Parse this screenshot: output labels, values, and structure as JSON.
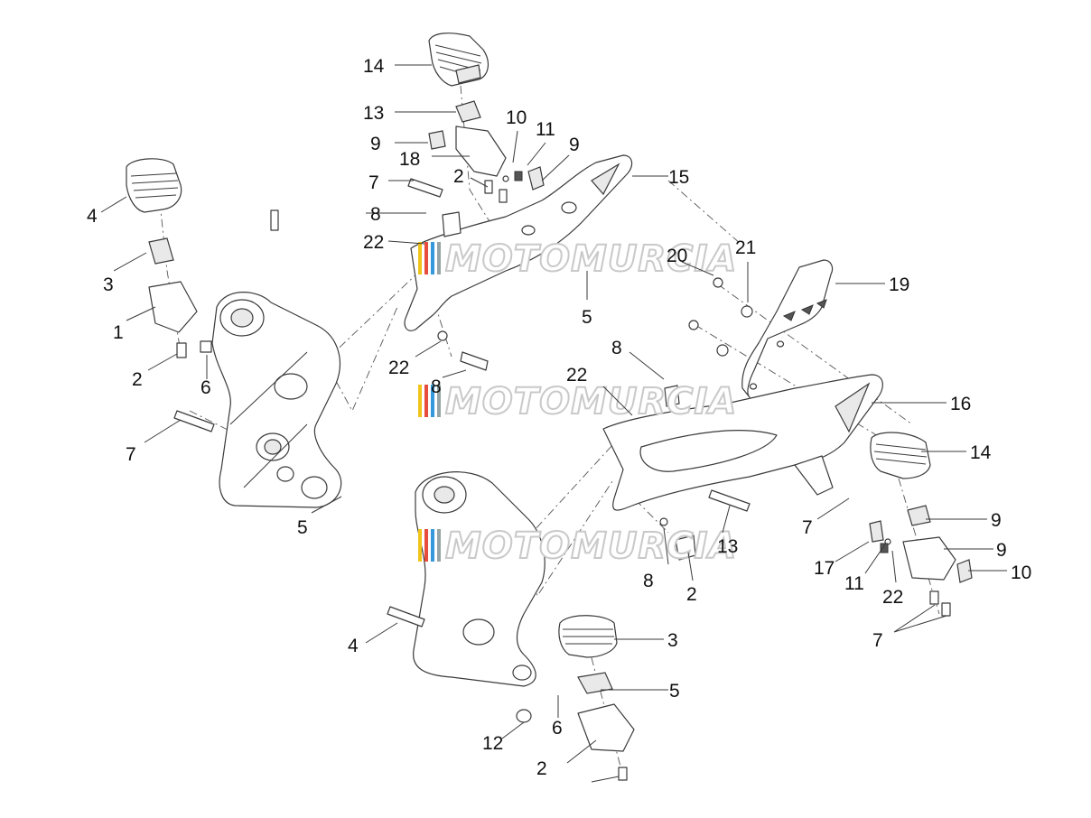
{
  "watermark": {
    "text": "MOTOMURCIA",
    "stripe_colors": [
      "#f0c419",
      "#e74c3c",
      "#3498db",
      "#95a5a6"
    ]
  },
  "callouts": [
    {
      "id": "c-14a",
      "text": "14"
    },
    {
      "id": "c-13a",
      "text": "13"
    },
    {
      "id": "c-10a",
      "text": "10"
    },
    {
      "id": "c-11a",
      "text": "11"
    },
    {
      "id": "c-9a",
      "text": "9"
    },
    {
      "id": "c-9b",
      "text": "9"
    },
    {
      "id": "c-18",
      "text": "18"
    },
    {
      "id": "c-2a",
      "text": "2"
    },
    {
      "id": "c-7a",
      "text": "7"
    },
    {
      "id": "c-15",
      "text": "15"
    },
    {
      "id": "c-4a",
      "text": "4"
    },
    {
      "id": "c-8a",
      "text": "8"
    },
    {
      "id": "c-22a",
      "text": "22"
    },
    {
      "id": "c-20",
      "text": "20"
    },
    {
      "id": "c-21",
      "text": "21"
    },
    {
      "id": "c-19",
      "text": "19"
    },
    {
      "id": "c-3a",
      "text": "3"
    },
    {
      "id": "c-5a",
      "text": "5"
    },
    {
      "id": "c-1",
      "text": "1"
    },
    {
      "id": "c-2b",
      "text": "2"
    },
    {
      "id": "c-6a",
      "text": "6"
    },
    {
      "id": "c-22b",
      "text": "22"
    },
    {
      "id": "c-8b",
      "text": "8"
    },
    {
      "id": "c-8c",
      "text": "8"
    },
    {
      "id": "c-22c",
      "text": "22"
    },
    {
      "id": "c-16",
      "text": "16"
    },
    {
      "id": "c-7b",
      "text": "7"
    },
    {
      "id": "c-14b",
      "text": "14"
    },
    {
      "id": "c-5b",
      "text": "5"
    },
    {
      "id": "c-7c",
      "text": "7"
    },
    {
      "id": "c-13b",
      "text": "13"
    },
    {
      "id": "c-9c",
      "text": "9"
    },
    {
      "id": "c-17",
      "text": "17"
    },
    {
      "id": "c-9d",
      "text": "9"
    },
    {
      "id": "c-10b",
      "text": "10"
    },
    {
      "id": "c-11b",
      "text": "11"
    },
    {
      "id": "c-22d",
      "text": "22"
    },
    {
      "id": "c-8d",
      "text": "8"
    },
    {
      "id": "c-2c",
      "text": "2"
    },
    {
      "id": "c-7d",
      "text": "7"
    },
    {
      "id": "c-4b",
      "text": "4"
    },
    {
      "id": "c-3b",
      "text": "3"
    },
    {
      "id": "c-5c",
      "text": "5"
    },
    {
      "id": "c-6b",
      "text": "6"
    },
    {
      "id": "c-12",
      "text": "12"
    },
    {
      "id": "c-2d",
      "text": "2"
    }
  ]
}
